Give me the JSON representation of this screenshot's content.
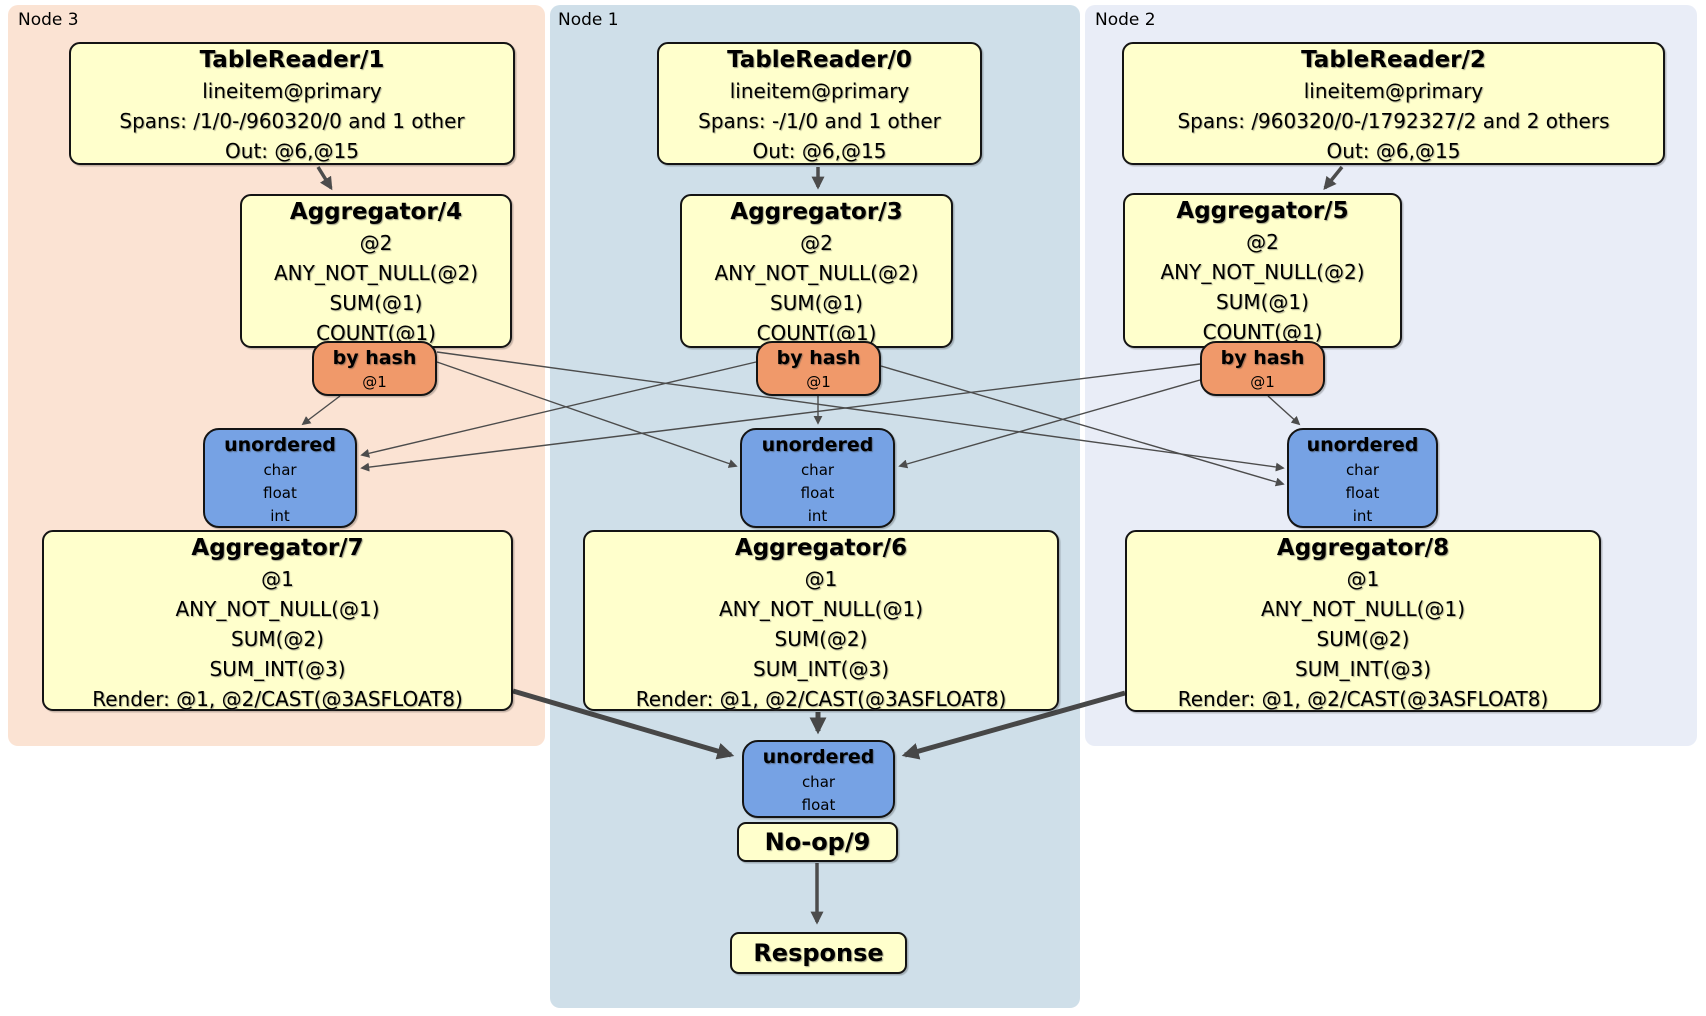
{
  "regions": {
    "node3": {
      "label": "Node 3"
    },
    "node1": {
      "label": "Node 1"
    },
    "node2": {
      "label": "Node 2"
    }
  },
  "processors": {
    "tr1": {
      "title": "TableReader/1",
      "lines": [
        "lineitem@primary",
        "Spans: /1/0-/960320/0 and 1 other",
        "Out: @6,@15"
      ]
    },
    "tr0": {
      "title": "TableReader/0",
      "lines": [
        "lineitem@primary",
        "Spans: -/1/0 and 1 other",
        "Out: @6,@15"
      ]
    },
    "tr2": {
      "title": "TableReader/2",
      "lines": [
        "lineitem@primary",
        "Spans: /960320/0-/1792327/2 and 2 others",
        "Out: @6,@15"
      ]
    },
    "agg4": {
      "title": "Aggregator/4",
      "lines": [
        "@2",
        "ANY_NOT_NULL(@2)",
        "SUM(@1)",
        "COUNT(@1)"
      ]
    },
    "agg3": {
      "title": "Aggregator/3",
      "lines": [
        "@2",
        "ANY_NOT_NULL(@2)",
        "SUM(@1)",
        "COUNT(@1)"
      ]
    },
    "agg5": {
      "title": "Aggregator/5",
      "lines": [
        "@2",
        "ANY_NOT_NULL(@2)",
        "SUM(@1)",
        "COUNT(@1)"
      ]
    },
    "agg7": {
      "title": "Aggregator/7",
      "lines": [
        "@1",
        "ANY_NOT_NULL(@1)",
        "SUM(@2)",
        "SUM_INT(@3)",
        "Render: @1, @2/CAST(@3ASFLOAT8)"
      ]
    },
    "agg6": {
      "title": "Aggregator/6",
      "lines": [
        "@1",
        "ANY_NOT_NULL(@1)",
        "SUM(@2)",
        "SUM_INT(@3)",
        "Render: @1, @2/CAST(@3ASFLOAT8)"
      ]
    },
    "agg8": {
      "title": "Aggregator/8",
      "lines": [
        "@1",
        "ANY_NOT_NULL(@1)",
        "SUM(@2)",
        "SUM_INT(@3)",
        "Render: @1, @2/CAST(@3ASFLOAT8)"
      ]
    },
    "router_left": {
      "title": "by hash",
      "key": "@1"
    },
    "router_center": {
      "title": "by hash",
      "key": "@1"
    },
    "router_right": {
      "title": "by hash",
      "key": "@1"
    },
    "sync_left": {
      "title": "unordered",
      "lines": [
        "char",
        "float",
        "int"
      ]
    },
    "sync_center": {
      "title": "unordered",
      "lines": [
        "char",
        "float",
        "int"
      ]
    },
    "sync_right": {
      "title": "unordered",
      "lines": [
        "char",
        "float",
        "int"
      ]
    },
    "sync_final": {
      "title": "unordered",
      "lines": [
        "char",
        "float"
      ]
    },
    "noop": {
      "title": "No-op/9"
    },
    "response": {
      "title": "Response"
    }
  },
  "colors": {
    "processor_fill": "#ffffcc",
    "router_fill": "#f0996a",
    "sync_fill": "#76a2e4",
    "node3_bg": "#fbe3d3",
    "node1_bg": "#cfdfe9",
    "node2_bg": "#e9edf7",
    "edge": "#4c4c4c",
    "border": "#141414"
  }
}
